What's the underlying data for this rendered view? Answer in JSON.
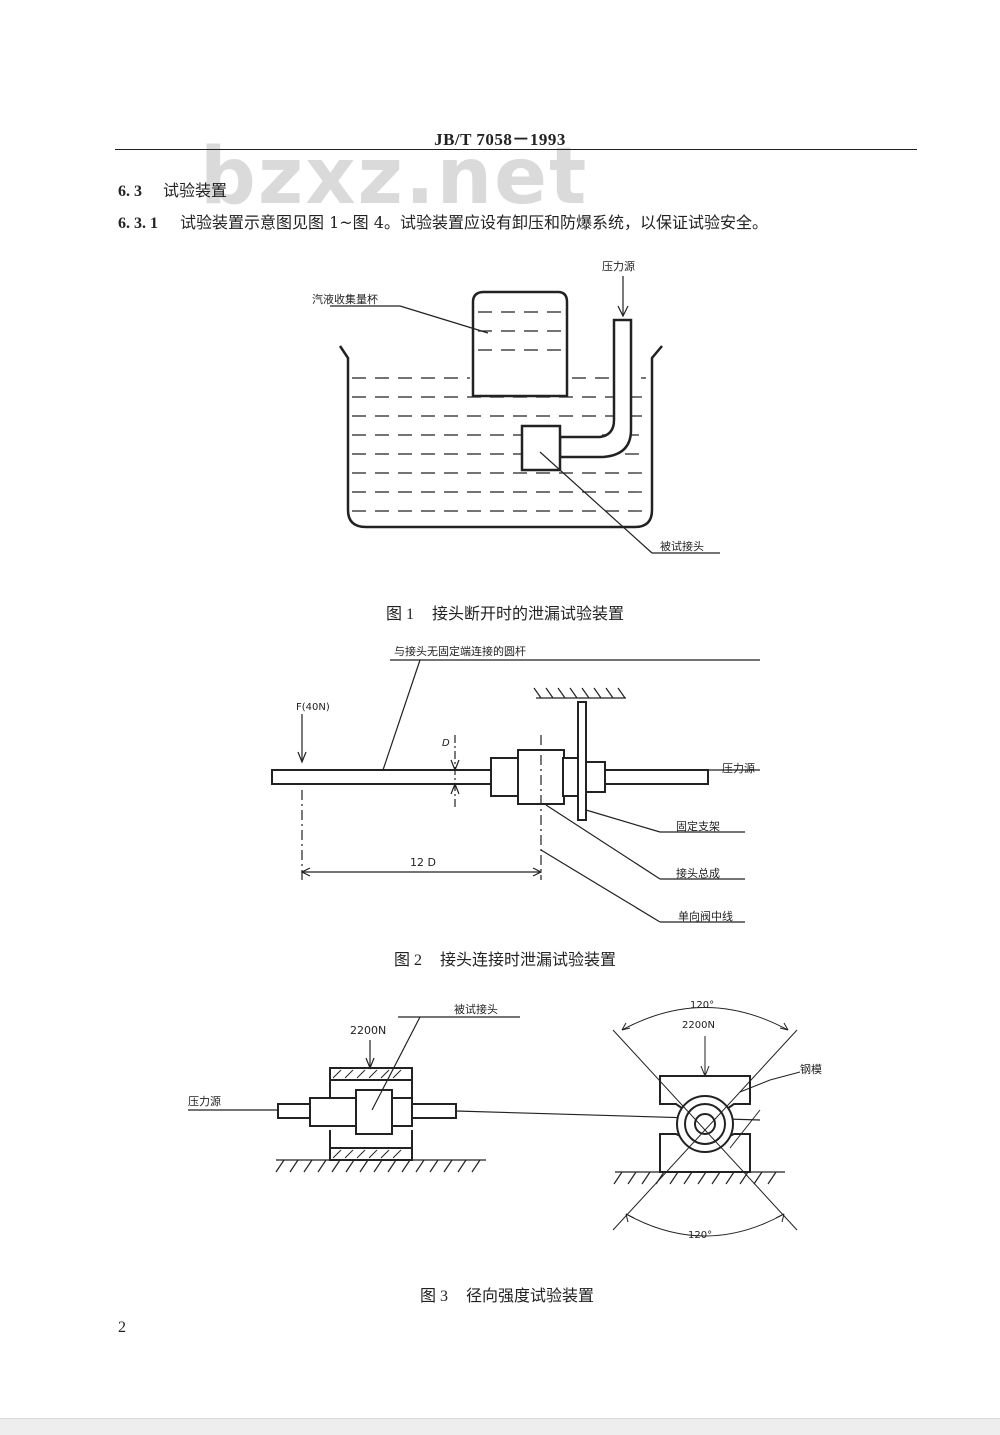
{
  "header": {
    "doc_code": "JB/T  7058－1993",
    "watermark": "bzxz.net"
  },
  "sections": {
    "s63_num": "6. 3",
    "s63_title": "试验装置",
    "s631_num": "6. 3. 1",
    "s631_text": "试验装置示意图见图 1~图 4。试验装置应设有卸压和防爆系统，以保证试验安全。"
  },
  "fig1": {
    "caption_num": "图 1",
    "caption_text": "接头断开时的泄漏试验装置",
    "label_cup": "汽液收集量杯",
    "label_pressure": "压力源",
    "label_joint": "被试接头"
  },
  "fig2": {
    "caption_num": "图 2",
    "caption_text": "接头连接时泄漏试验装置",
    "label_rod": "与接头无固定端连接的圆杆",
    "label_force": "F(40N)",
    "label_d": "D",
    "label_12d": "12 D",
    "label_pressure": "压力源",
    "label_bracket": "固定支架",
    "label_assembly": "接头总成",
    "label_centerline": "单向阀中线"
  },
  "fig3": {
    "caption_num": "图 3",
    "caption_text": "径向强度试验装置",
    "label_force_left": "2200N",
    "label_joint": "被试接头",
    "label_pressure": "压力源",
    "label_angle_top": "120°",
    "label_force_right": "2200N",
    "label_die": "钢模",
    "label_angle_bottom": "120°"
  },
  "footer": {
    "page_number": "2"
  }
}
